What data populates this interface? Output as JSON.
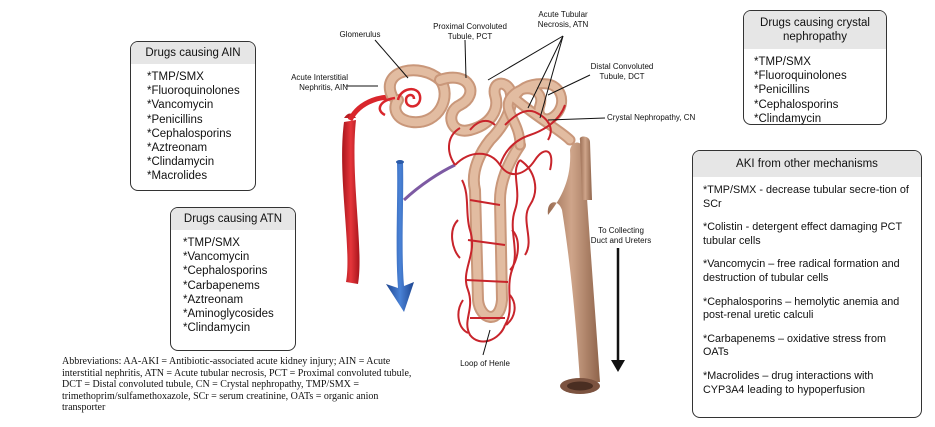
{
  "ain_box": {
    "title": "Drugs causing AIN",
    "items": [
      "*TMP/SMX",
      "*Fluoroquinolones",
      "*Vancomycin",
      "*Penicillins",
      "*Cephalosporins",
      "*Aztreonam",
      "*Clindamycin",
      "*Macrolides"
    ]
  },
  "atn_box": {
    "title": "Drugs causing ATN",
    "items": [
      "*TMP/SMX",
      "*Vancomycin",
      "*Cephalosporins",
      "*Carbapenems",
      "*Aztreonam",
      "*Aminoglycosides",
      "*Clindamycin"
    ]
  },
  "cn_box": {
    "title": "Drugs causing crystal nephropathy",
    "items": [
      "*TMP/SMX",
      "*Fluoroquinolones",
      "*Penicillins",
      "*Cephalosporins",
      "*Clindamycin"
    ]
  },
  "mech_box": {
    "title": "AKI from other mechanisms",
    "items": [
      "*TMP/SMX - decrease tubular secre-tion of SCr",
      "*Colistin - detergent effect damaging PCT tubular cells",
      "*Vancomycin – free radical formation and destruction of tubular cells",
      "*Cephalosporins – hemolytic anemia and post-renal uretic calculi",
      "*Carbapenems – oxidative stress from OATs",
      "*Macrolides – drug interactions with CYP3A4 leading to hypoperfusion"
    ]
  },
  "labels": {
    "glomerulus": "Glomerulus",
    "pct": "Proximal Convoluted Tubule, PCT",
    "atn": "Acute Tubular Necrosis, ATN",
    "dct": "Distal Convoluted Tubule, DCT",
    "ain": "Acute Interstitial Nephritis, AIN",
    "cn": "Crystal Nephropathy, CN",
    "collecting": "To Collecting Duct and Ureters",
    "henle": "Loop of Henle"
  },
  "abbreviations": "Abbreviations: AA-AKI = Antibiotic-associated acute kidney injury; AIN = Acute interstitial nephritis, ATN = Acute tubular necrosis, PCT = Proximal convoluted tubule, DCT = Distal convoluted tubule, CN = Crystal nephropathy, TMP/SMX = trimethoprim/sulfamethoxazole, SCr = serum creatinine, OATs = organic anion transporter",
  "colors": {
    "artery": "#d9262c",
    "vein": "#2f63b8",
    "tubule": "#d7ab8c",
    "duct": "#b98a6e",
    "capillary": "#c8242b"
  }
}
